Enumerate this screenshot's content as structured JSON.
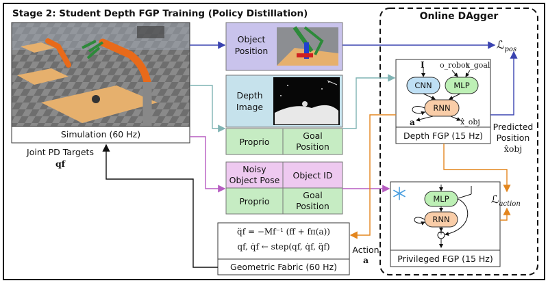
{
  "title": "Stage 2: Student Depth FGP Training (Policy Distillation)",
  "dagger_title": "Online DAgger",
  "simulation": {
    "label": "Simulation (60 Hz)"
  },
  "object_position": {
    "line1": "Object",
    "line2": "Position"
  },
  "depth_image": {
    "line1": "Depth",
    "line2": "Image"
  },
  "proprio_top": "Proprio",
  "goal_top": {
    "line1": "Goal",
    "line2": "Position"
  },
  "noisy_pose": {
    "line1": "Noisy",
    "line2": "Object Pose"
  },
  "object_id": "Object ID",
  "proprio_bottom": "Proprio",
  "goal_bottom": {
    "line1": "Goal",
    "line2": "Position"
  },
  "fabric": {
    "label": "Geometric Fabric (60 Hz)",
    "eq1": "q̈f = −Mf⁻¹ (ff + fπ(a))",
    "eq2": "qf, q̇f ← step(qf, q̇f, q̈f)"
  },
  "joint_targets": {
    "line1": "Joint PD Targets",
    "line2": "qf"
  },
  "depth_fgp": {
    "label": "Depth FGP (15 Hz)",
    "cnn": "CNN",
    "mlp": "MLP",
    "rnn": "RNN",
    "input_i": "I",
    "input_orobot": "o_robot",
    "input_xgoal": "x_goal",
    "out_a": "a",
    "out_xobj": "x̂_obj"
  },
  "privileged_fgp": {
    "label": "Privileged FGP (15 Hz)",
    "mlp": "MLP",
    "rnn": "RNN",
    "plus": "+",
    "frozen_icon": "snowflake-icon"
  },
  "loss_pos": {
    "symbol": "ℒ",
    "sub": "pos"
  },
  "loss_action": {
    "symbol": "ℒ",
    "sub": "action"
  },
  "predicted_position": {
    "line1": "Predicted",
    "line2": "Position",
    "line3": "x̂obj"
  },
  "action": {
    "line1": "Action",
    "line2": "a"
  },
  "colors": {
    "object_position_fill": "#c9c3ec",
    "depth_fill": "#c6e2ec",
    "green_fill": "#c6ecc3",
    "purple_fill": "#eec9f0",
    "cnn_fill": "#bfe0f5",
    "mlp_fill": "#bdf0b5",
    "rnn_fill": "#f9cda8",
    "blue_arrow": "#3a43b0",
    "teal_arrow": "#7fb3b3",
    "purple_arrow": "#b65cc1",
    "orange_arrow": "#e3861f"
  }
}
